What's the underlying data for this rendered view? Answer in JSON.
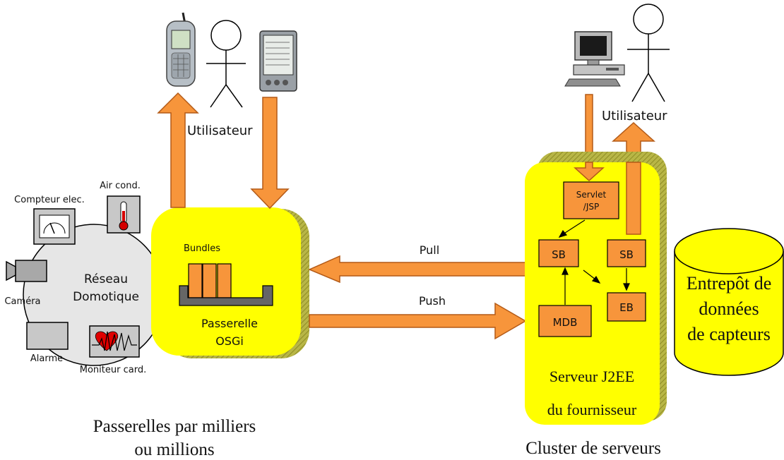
{
  "colors": {
    "gateway_fill": "#ffff00",
    "shadow": "#a5a32e",
    "arrow_fill": "#f7953b",
    "arrow_stroke": "#b35a17",
    "component_fill": "#f7953b",
    "database_fill": "#ffff00"
  },
  "left_users": {
    "label": "Utilisateur"
  },
  "right_users": {
    "label": "Utilisateur"
  },
  "home_network": {
    "label_line1": "Réseau",
    "label_line2": "Domotique",
    "devices": {
      "meter": "Compteur elec.",
      "aircond": "Air cond.",
      "camera": "Caméra",
      "alarm": "Alarme",
      "heart": "Moniteur card."
    }
  },
  "gateway": {
    "bundles_label": "Bundles",
    "title_line1": "Passerelle",
    "title_line2": "OSGi"
  },
  "flows": {
    "pull": "Pull",
    "push": "Push"
  },
  "server": {
    "servlet_line1": "Servlet",
    "servlet_line2": "/JSP",
    "sb_left": "SB",
    "sb_right": "SB",
    "mdb": "MDB",
    "eb": "EB",
    "title_line1": "Serveur J2EE",
    "title_line2": "du fournisseur"
  },
  "database": {
    "line1": "Entrepôt de",
    "line2": "données",
    "line3": "de capteurs"
  },
  "captions": {
    "gateways_line1": "Passerelles par milliers",
    "gateways_line2": "ou millions",
    "cluster": "Cluster de serveurs"
  }
}
